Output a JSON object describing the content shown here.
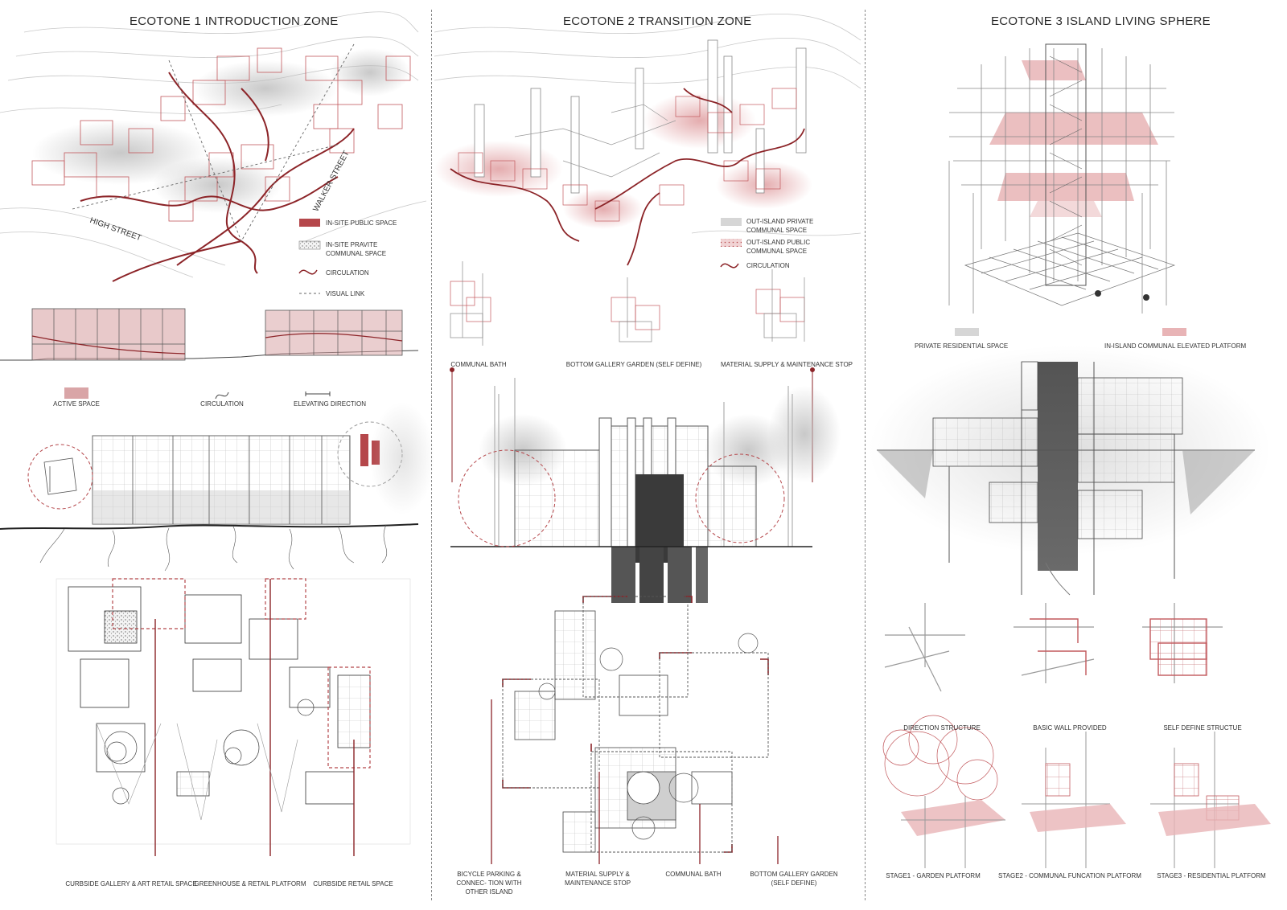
{
  "colors": {
    "accent_red": "#b5474b",
    "light_red": "#e8b4b6",
    "grey_fill": "#d6d6d6",
    "line_grey": "#9a9a9a",
    "dark": "#2a2a2a"
  },
  "col1": {
    "title": "ECOTONE 1 INTRODUCTION ZONE",
    "street_high": "HIGH STREET",
    "street_walker": "WALKER STREET",
    "legend": {
      "public": "IN-SITE PUBLIC SPACE",
      "private": "IN-SITE PRAVITE COMMUNAL SPACE",
      "circulation": "CIRCULATION",
      "visual": "VISUAL LINK"
    },
    "section_legend": {
      "active": "ACTIVE SPACE",
      "circulation": "CIRCULATION",
      "elevating": "ELEVATING DIRECTION"
    },
    "plan_labels": {
      "a": "CURBSIDE GALLERY & ART RETAIL SPACE",
      "b": "GREENHOUSE & RETAIL PLATFORM",
      "c": "CURBSIDE RETAIL SPACE"
    }
  },
  "col2": {
    "title": "ECOTONE 2 TRANSITION ZONE",
    "legend": {
      "private": "OUT-ISLAND PRIVATE COMMUNAL SPACE",
      "public": "OUT-ISLAND PUBLIC COMMUNAL SPACE",
      "circulation": "CIRCULATION"
    },
    "axon_labels": {
      "a": "COMMUNAL BATH",
      "b": "BOTTOM GALLERY GARDEN (SELF DEFINE)",
      "c": "MATERIAL SUPPLY & MAINTENANCE STOP"
    },
    "plan_labels": {
      "a": "BICYCLE PARKING & CONNEC- TION WITH OTHER ISLAND",
      "b": "MATERIAL SUPPLY & MAINTENANCE STOP",
      "c": "COMMUNAL BATH",
      "d": "BOTTOM GALLERY GARDEN (SELF DEFINE)"
    }
  },
  "col3": {
    "title": "ECOTONE 3 ISLAND LIVING SPHERE",
    "legend": {
      "private": "PRIVATE RESIDENTIAL SPACE",
      "communal": "IN-ISLAND COMMUNAL ELEVATED PLATFORM"
    },
    "structure_labels": {
      "a": "DIRECTION STRUCTURE",
      "b": "BASIC WALL PROVIDED",
      "c": "SELF DEFINE STRUCTUE"
    },
    "stage_labels": {
      "a": "STAGE1 - GARDEN PLATFORM",
      "b": "STAGE2 - COMMUNAL FUNCATION PLATFORM",
      "c": "STAGE3 - RESIDENTIAL PLATFORM"
    }
  }
}
